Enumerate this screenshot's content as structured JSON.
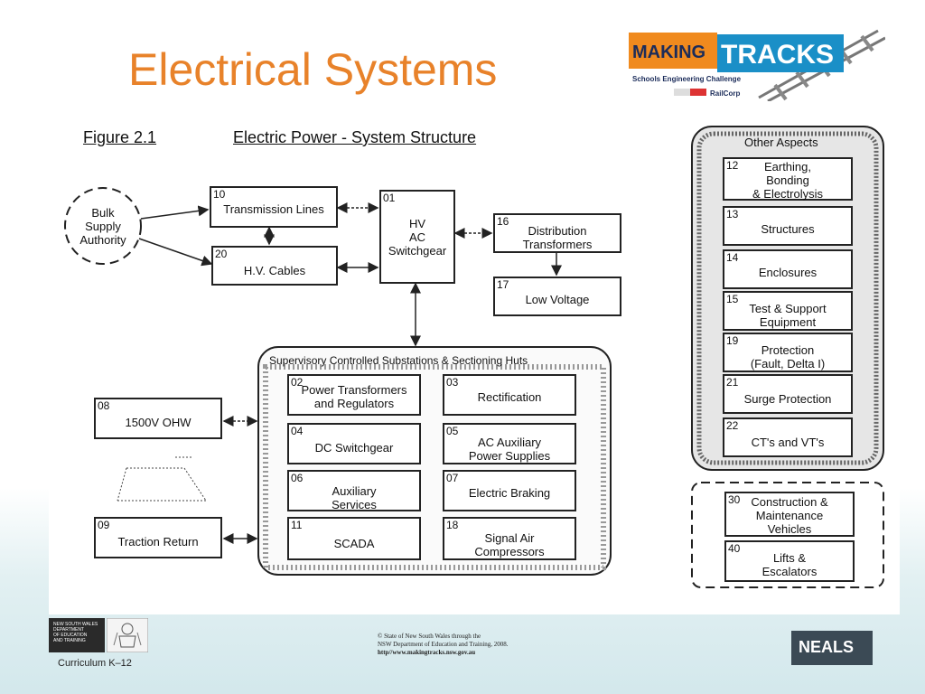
{
  "slide": {
    "title": "Electrical Systems"
  },
  "logo": {
    "making": "MAKING",
    "tracks": "TRACKS",
    "subtitle": "Schools Engineering Challenge",
    "railcorp": "RailCorp",
    "colors": {
      "orange": "#f08a1e",
      "blue": "#1a8fc7",
      "dark": "#1b2c5a"
    }
  },
  "figure": {
    "number": "Figure 2.1",
    "title": "Electric Power  -  System Structure",
    "bulk_supply": [
      "Bulk",
      "Supply",
      "Authority"
    ],
    "boxes": [
      {
        "id": "10",
        "lines": [
          "Transmission Lines"
        ]
      },
      {
        "id": "20",
        "lines": [
          "H.V. Cables"
        ]
      },
      {
        "id": "01",
        "lines": [
          "HV",
          "AC",
          "Switchgear"
        ]
      },
      {
        "id": "16",
        "lines": [
          "Distribution",
          "Transformers"
        ]
      },
      {
        "id": "17",
        "lines": [
          "Low Voltage"
        ]
      },
      {
        "id": "08",
        "lines": [
          "1500V OHW"
        ]
      },
      {
        "id": "09",
        "lines": [
          "Traction Return"
        ]
      }
    ],
    "substation_group": {
      "title": "Supervisory Controlled Substations & Sectioning Huts",
      "boxes": [
        {
          "id": "02",
          "lines": [
            "Power Transformers",
            "and Regulators"
          ]
        },
        {
          "id": "03",
          "lines": [
            "Rectification"
          ]
        },
        {
          "id": "04",
          "lines": [
            "DC Switchgear"
          ]
        },
        {
          "id": "05",
          "lines": [
            "AC Auxiliary",
            "Power Supplies"
          ]
        },
        {
          "id": "06",
          "lines": [
            "Auxiliary",
            "Services"
          ]
        },
        {
          "id": "07",
          "lines": [
            "Electric Braking"
          ]
        },
        {
          "id": "11",
          "lines": [
            "SCADA"
          ]
        },
        {
          "id": "18",
          "lines": [
            "Signal Air",
            "Compressors"
          ]
        }
      ]
    },
    "other_aspects": {
      "title": "Other Aspects",
      "boxes": [
        {
          "id": "12",
          "lines": [
            "Earthing,",
            "Bonding",
            "& Electrolysis"
          ]
        },
        {
          "id": "13",
          "lines": [
            "Structures"
          ]
        },
        {
          "id": "14",
          "lines": [
            "Enclosures"
          ]
        },
        {
          "id": "15",
          "lines": [
            "Test & Support",
            "Equipment"
          ]
        },
        {
          "id": "19",
          "lines": [
            "Protection",
            "(Fault, Delta I)"
          ]
        },
        {
          "id": "21",
          "lines": [
            "Surge Protection"
          ]
        },
        {
          "id": "22",
          "lines": [
            "CT's and VT's"
          ]
        }
      ]
    },
    "bottom_group": {
      "boxes": [
        {
          "id": "30",
          "lines": [
            "Construction &",
            "Maintenance",
            "Vehicles"
          ]
        },
        {
          "id": "40",
          "lines": [
            "Lifts &",
            "Escalators"
          ]
        }
      ]
    }
  },
  "footer": {
    "department": [
      "NEW SOUTH WALES",
      "DEPARTMENT",
      "OF EDUCATION",
      "AND TRAINING"
    ],
    "curriculum": "Curriculum K–12",
    "copyright": [
      "© State of New South Wales through the",
      "NSW Department of Education and Training, 2008.",
      "http//www.makingtracks.nsw.gov.au"
    ],
    "neals": "NEALS"
  }
}
